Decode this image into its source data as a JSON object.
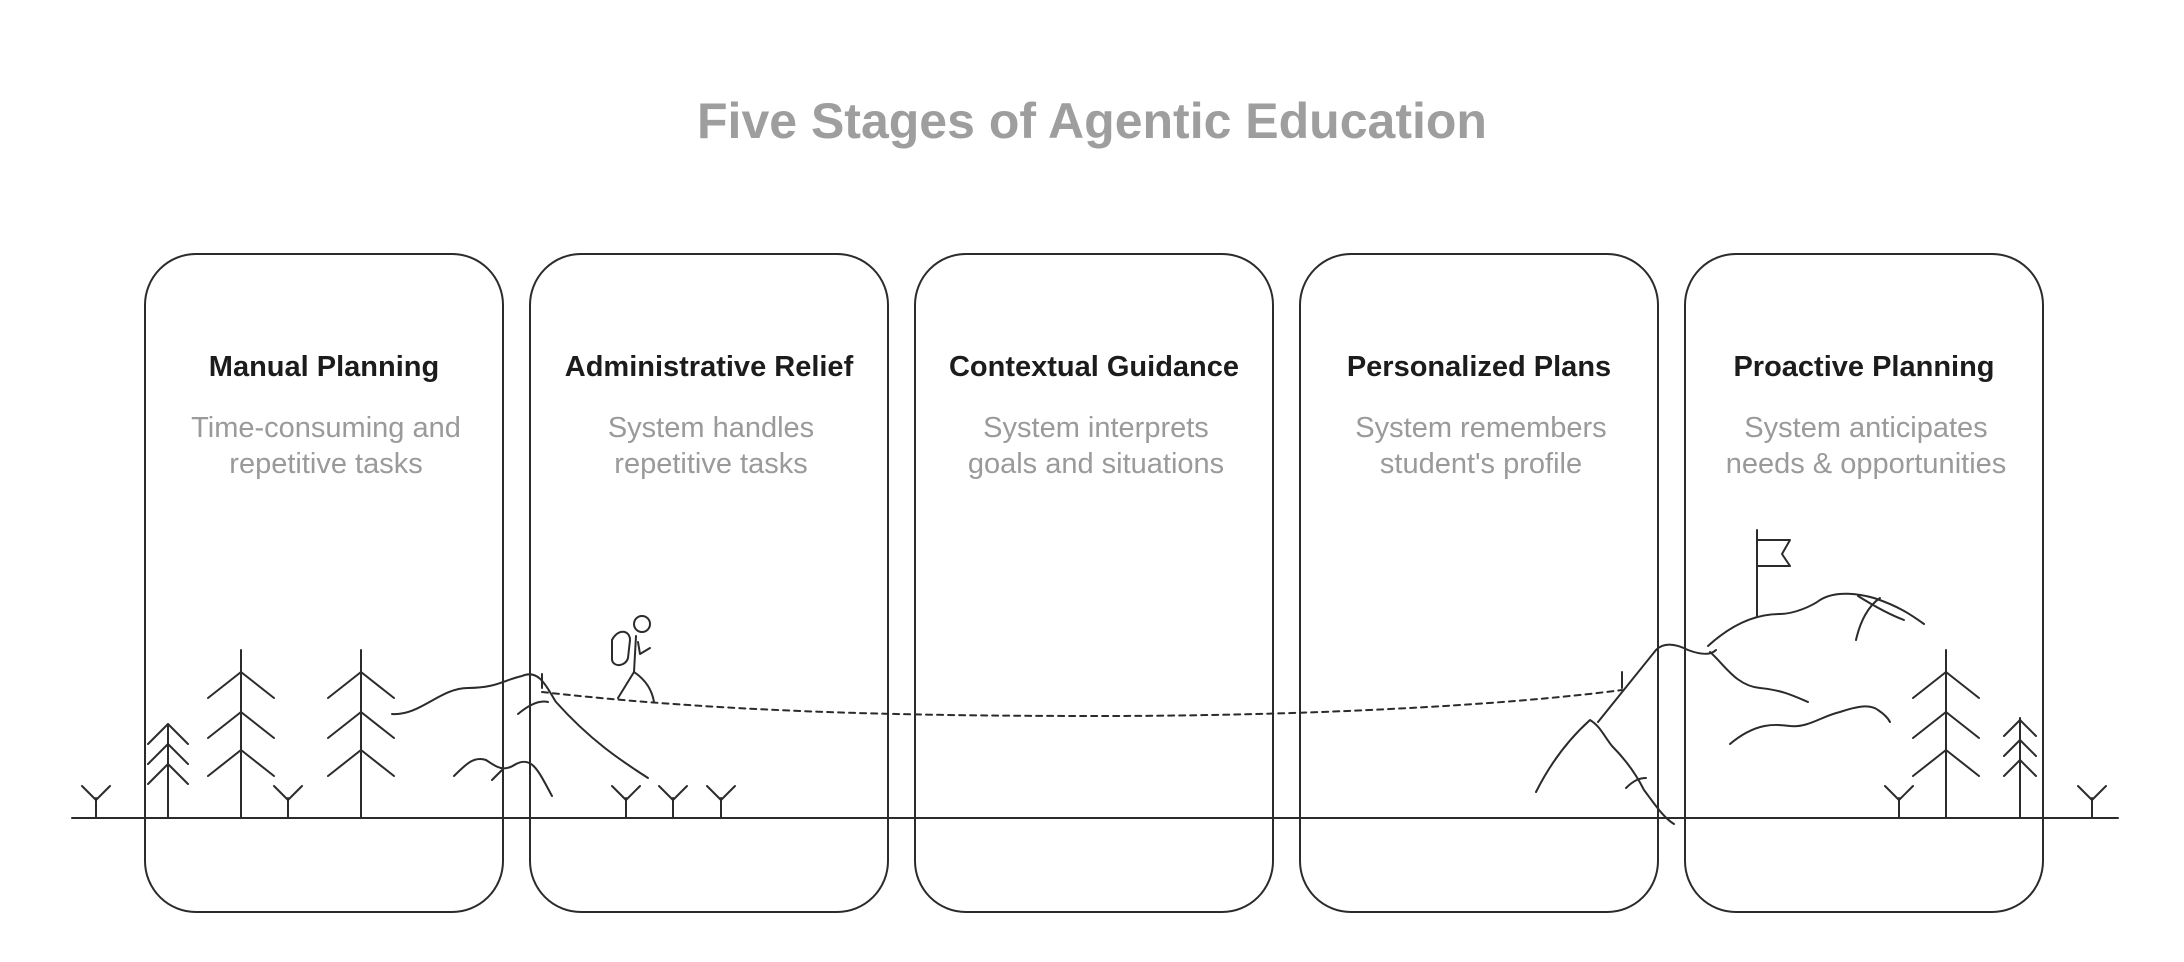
{
  "title": "Five Stages of Agentic Education",
  "stages": [
    {
      "title": "Manual Planning",
      "description": "Time-consuming and\nrepetitive tasks"
    },
    {
      "title": "Administrative Relief",
      "description": "System handles\nrepetitive tasks"
    },
    {
      "title": "Contextual Guidance",
      "description": "System interprets\ngoals and situations"
    },
    {
      "title": "Personalized Plans",
      "description": "System remembers\nstudent's profile"
    },
    {
      "title": "Proactive Planning",
      "description": "System anticipates\nneeds & opportunities"
    }
  ]
}
